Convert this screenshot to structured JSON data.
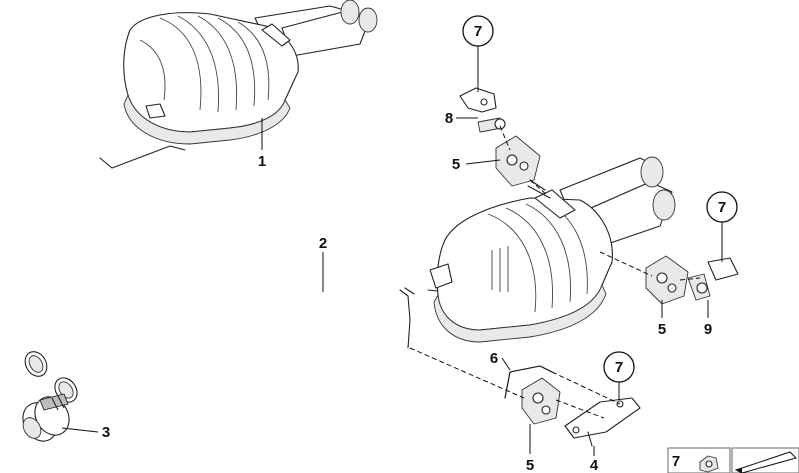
{
  "callouts": {
    "c1": "1",
    "c2": "2",
    "c3": "3",
    "c4": "4",
    "c5a": "5",
    "c5b": "5",
    "c5c": "5",
    "c6": "6",
    "c7a": "7",
    "c7b": "7",
    "c7c": "7",
    "c7d": "7",
    "c8": "8",
    "c9": "9"
  }
}
